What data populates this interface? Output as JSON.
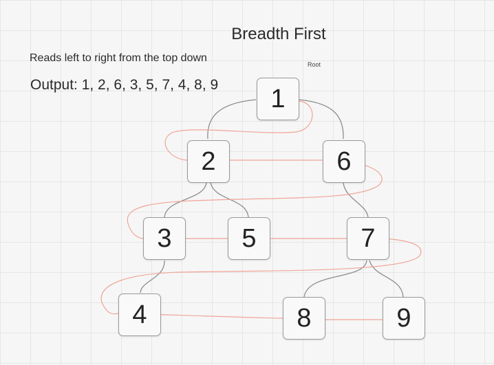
{
  "title": "Breadth First",
  "subtitle": "Reads left to right from the top down",
  "output": "Output: 1, 2, 6, 3, 5, 7, 4, 8, 9",
  "root_label": "Root",
  "colors": {
    "edge": "#8c8c8c",
    "traversal": "#f0a496"
  },
  "nodes": {
    "n1": "1",
    "n2": "2",
    "n6": "6",
    "n3": "3",
    "n5": "5",
    "n7": "7",
    "n4": "4",
    "n8": "8",
    "n9": "9"
  },
  "edges": [
    [
      "n1",
      "n2"
    ],
    [
      "n1",
      "n6"
    ],
    [
      "n2",
      "n3"
    ],
    [
      "n2",
      "n5"
    ],
    [
      "n6",
      "n7"
    ],
    [
      "n3",
      "n4"
    ],
    [
      "n7",
      "n8"
    ],
    [
      "n7",
      "n9"
    ]
  ],
  "traversal_order": [
    "n1",
    "n2",
    "n6",
    "n3",
    "n5",
    "n7",
    "n4",
    "n8",
    "n9"
  ]
}
